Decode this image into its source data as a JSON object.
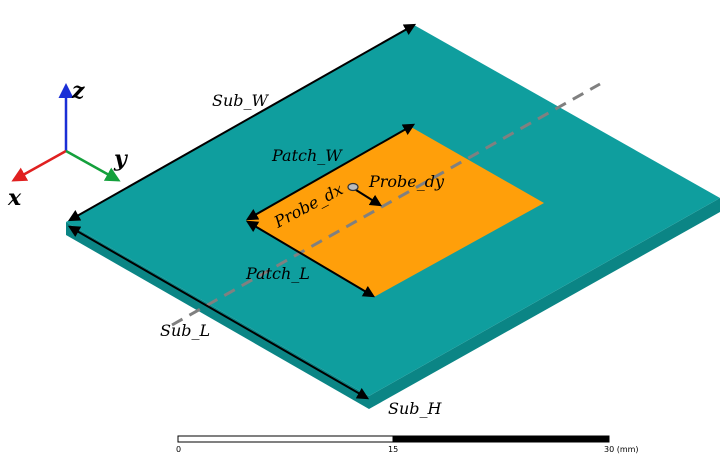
{
  "labels": {
    "sub_w": "Sub_W",
    "sub_l": "Sub_L",
    "sub_h": "Sub_H",
    "patch_w": "Patch_W",
    "patch_l": "Patch_L",
    "probe_dx": "Probe_dx",
    "probe_dy": "Probe_dy"
  },
  "axes": {
    "x": "x",
    "y": "y",
    "z": "z"
  },
  "axis_colors": {
    "x": "#e02020",
    "y": "#14a03c",
    "z": "#1a2fd6"
  },
  "scale_bar": {
    "start": "0",
    "mid": "15",
    "end": "30 (mm)"
  },
  "colors": {
    "substrate_top": "#0f9e9e",
    "substrate_side": "#0b8585",
    "patch": "#ff9f0a",
    "dimension_line": "#000000",
    "dashed_axis": "#808080"
  }
}
